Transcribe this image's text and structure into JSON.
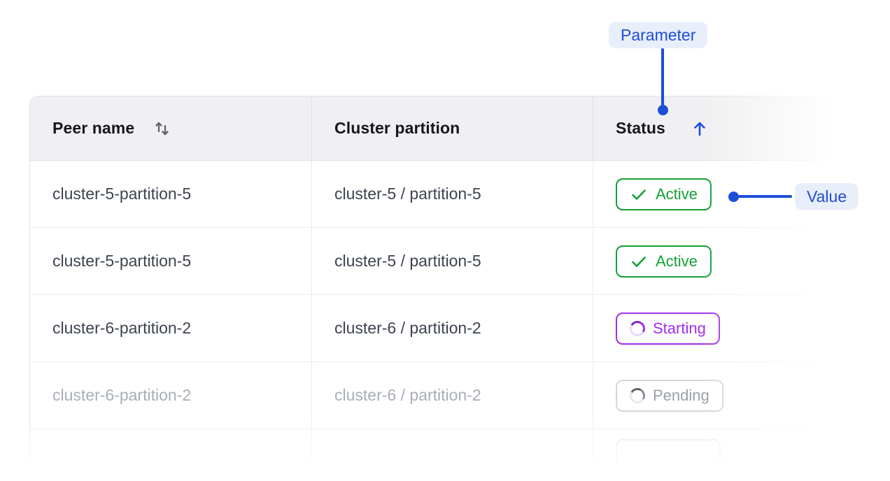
{
  "annotations": {
    "parameter_label": "Parameter",
    "value_label": "Value",
    "accent_color": "#1d4ed8",
    "pill_bg": "#e9eefb"
  },
  "table": {
    "columns": [
      {
        "label": "Peer name",
        "sort_state": "sortable",
        "sort_icon": "sort-both-icon"
      },
      {
        "label": "Cluster partition",
        "sort_state": "none",
        "sort_icon": null
      },
      {
        "label": "Status",
        "sort_state": "ascending",
        "sort_icon": "sort-asc-icon"
      }
    ],
    "rows": [
      {
        "peer_name": "cluster-5-partition-5",
        "cluster_partition": "cluster-5 / partition-5",
        "status": "Active",
        "status_kind": "active",
        "status_icon": "check-icon",
        "muted": false
      },
      {
        "peer_name": "cluster-5-partition-5",
        "cluster_partition": "cluster-5 / partition-5",
        "status": "Active",
        "status_kind": "active",
        "status_icon": "check-icon",
        "muted": false
      },
      {
        "peer_name": "cluster-6-partition-2",
        "cluster_partition": "cluster-6 / partition-2",
        "status": "Starting",
        "status_kind": "starting",
        "status_icon": "spinner-icon",
        "muted": false
      },
      {
        "peer_name": "cluster-6-partition-2",
        "cluster_partition": "cluster-6 / partition-2",
        "status": "Pending",
        "status_kind": "pending",
        "status_icon": "spinner-icon",
        "muted": true
      },
      {
        "peer_name": "",
        "cluster_partition": "",
        "status": "",
        "status_kind": "ghost",
        "status_icon": null,
        "muted": true
      }
    ],
    "status_colors": {
      "active": "#12a134",
      "starting": "#a32eea",
      "pending": "#9aa0a8",
      "annotation_blue": "#1d4ed8"
    }
  }
}
